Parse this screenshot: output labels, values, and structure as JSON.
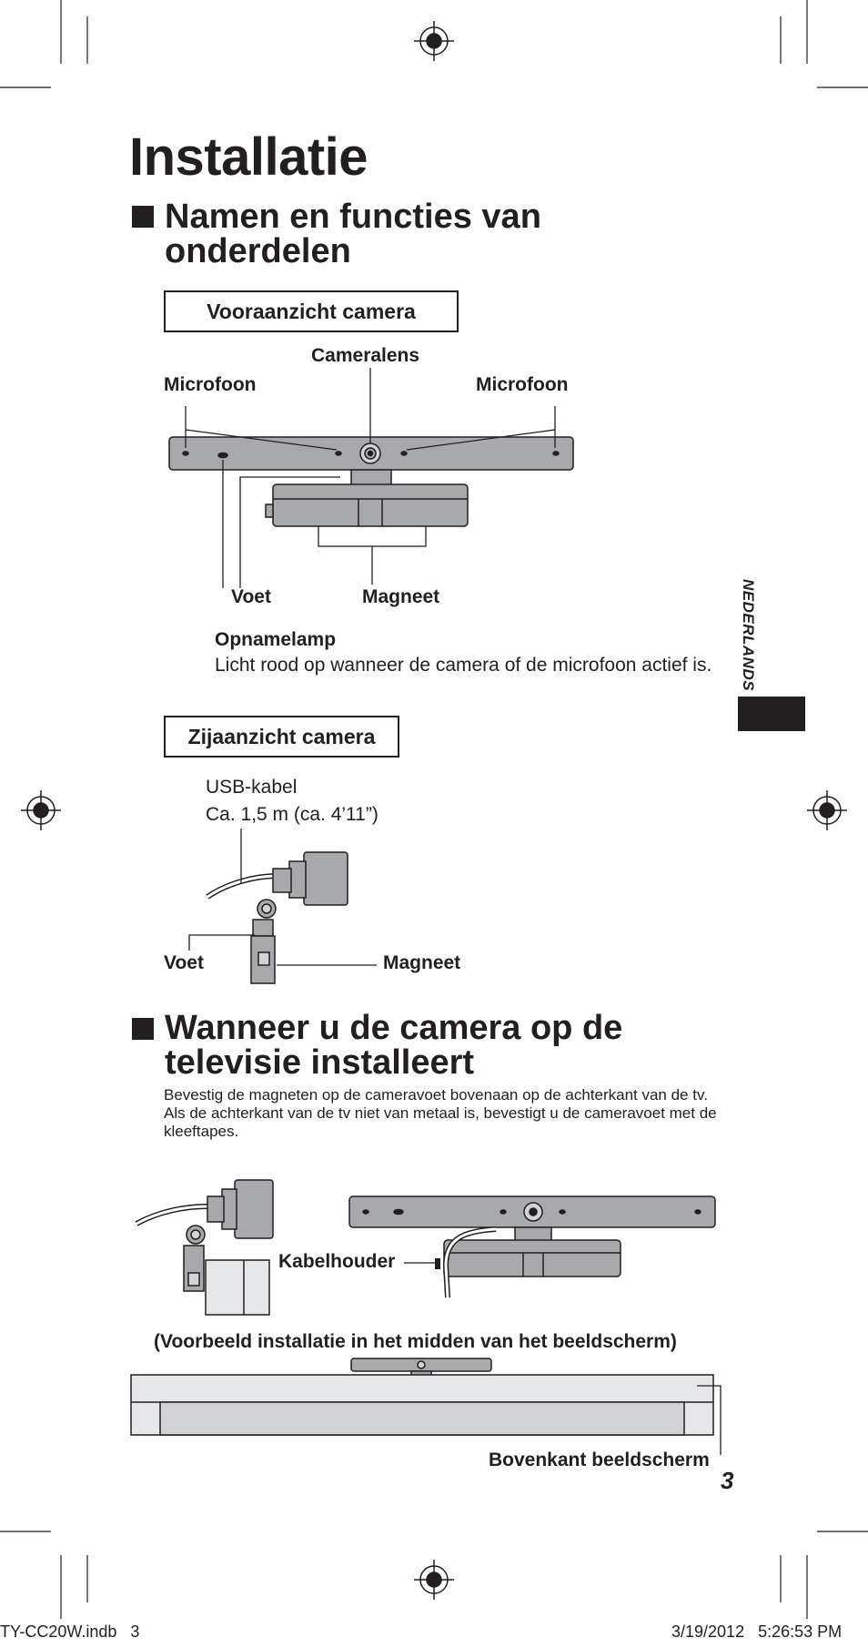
{
  "page": {
    "title": "Installatie",
    "section1_title": [
      "Namen en functies van",
      "onderdelen"
    ],
    "front_view": {
      "label": "Vooraanzicht camera",
      "lens": "Cameralens",
      "mic_left": "Microfoon",
      "mic_right": "Microfoon",
      "foot": "Voet",
      "magnet": "Magneet",
      "lamp_title": "Opnamelamp",
      "lamp_desc": "Licht rood op wanneer de camera of de microfoon actief is."
    },
    "side_view": {
      "label": "Zijaanzicht camera",
      "usb": "USB-kabel",
      "usb_length": "Ca. 1,5 m (ca. 4’11”)",
      "foot": "Voet",
      "magnet": "Magneet"
    },
    "section2_title": [
      "Wanneer u de camera op de",
      "televisie installeert"
    ],
    "install_text_1": "Bevestig de magneten op de cameravoet bovenaan op de achterkant van de tv.",
    "install_text_2": "Als de achterkant van de tv niet van metaal is, bevestigt u de cameravoet met de kleeftapes.",
    "cable_holder": "Kabelhouder",
    "example_caption": "(Voorbeeld installatie in het midden van het beeldscherm)",
    "screen_top": "Bovenkant beeldscherm",
    "page_number": "3",
    "language_tab": "NEDERLANDS"
  },
  "footer": {
    "file": "TY-CC20W.indb   3",
    "datetime": "3/19/2012   5:26:53 PM"
  },
  "colors": {
    "ink": "#231f20",
    "device_gray": "#a7a9ac",
    "light_gray": "#e6e7e8",
    "mid_gray": "#d1d3d4"
  }
}
